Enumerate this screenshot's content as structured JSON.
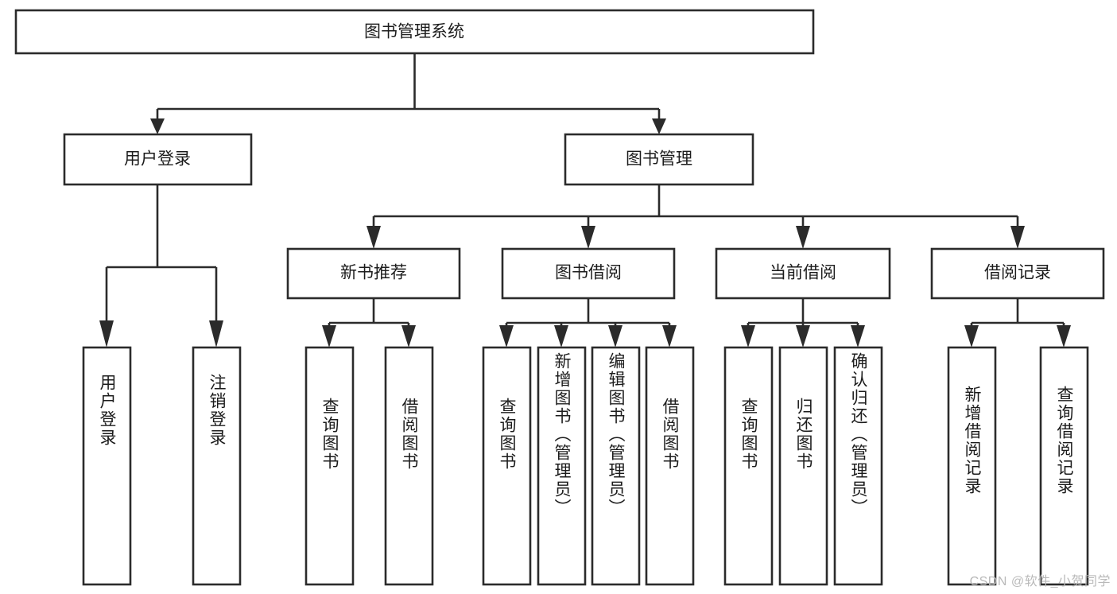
{
  "diagram": {
    "type": "tree",
    "title": "图书管理系统",
    "watermark": "CSDN @软件_小贺同学",
    "root": {
      "id": "root",
      "label": "图书管理系统"
    },
    "level2": [
      {
        "id": "user-login",
        "label": "用户登录"
      },
      {
        "id": "book-management",
        "label": "图书管理"
      }
    ],
    "level3": [
      {
        "id": "new-book-recommend",
        "label": "新书推荐",
        "parent": "book-management"
      },
      {
        "id": "book-borrow",
        "label": "图书借阅",
        "parent": "book-management"
      },
      {
        "id": "current-borrow",
        "label": "当前借阅",
        "parent": "book-management"
      },
      {
        "id": "borrow-record",
        "label": "借阅记录",
        "parent": "book-management"
      }
    ],
    "leaves": [
      {
        "id": "leaf-user-login",
        "label": "用户登录",
        "parent": "user-login"
      },
      {
        "id": "leaf-logout-login",
        "label": "注销登录",
        "parent": "user-login"
      },
      {
        "id": "leaf-query-book-1",
        "label": "查询图书",
        "parent": "new-book-recommend"
      },
      {
        "id": "leaf-borrow-book-1",
        "label": "借阅图书",
        "parent": "new-book-recommend"
      },
      {
        "id": "leaf-query-book-2",
        "label": "查询图书",
        "parent": "book-borrow"
      },
      {
        "id": "leaf-add-book",
        "label": "新增图书（管理员）",
        "parent": "book-borrow"
      },
      {
        "id": "leaf-edit-book",
        "label": "编辑图书（管理员）",
        "parent": "book-borrow"
      },
      {
        "id": "leaf-borrow-book-2",
        "label": "借阅图书",
        "parent": "book-borrow"
      },
      {
        "id": "leaf-query-book-3",
        "label": "查询图书",
        "parent": "current-borrow"
      },
      {
        "id": "leaf-return-book",
        "label": "归还图书",
        "parent": "current-borrow"
      },
      {
        "id": "leaf-confirm-return",
        "label": "确认归还（管理员）",
        "parent": "current-borrow"
      },
      {
        "id": "leaf-add-record",
        "label": "新增借阅记录",
        "parent": "borrow-record"
      },
      {
        "id": "leaf-query-record",
        "label": "查询借阅记录",
        "parent": "borrow-record"
      }
    ],
    "colors": {
      "stroke": "#2b2b2b",
      "fill": "#ffffff",
      "text": "#1c1c1c",
      "watermark": "#b9b9b9"
    }
  }
}
